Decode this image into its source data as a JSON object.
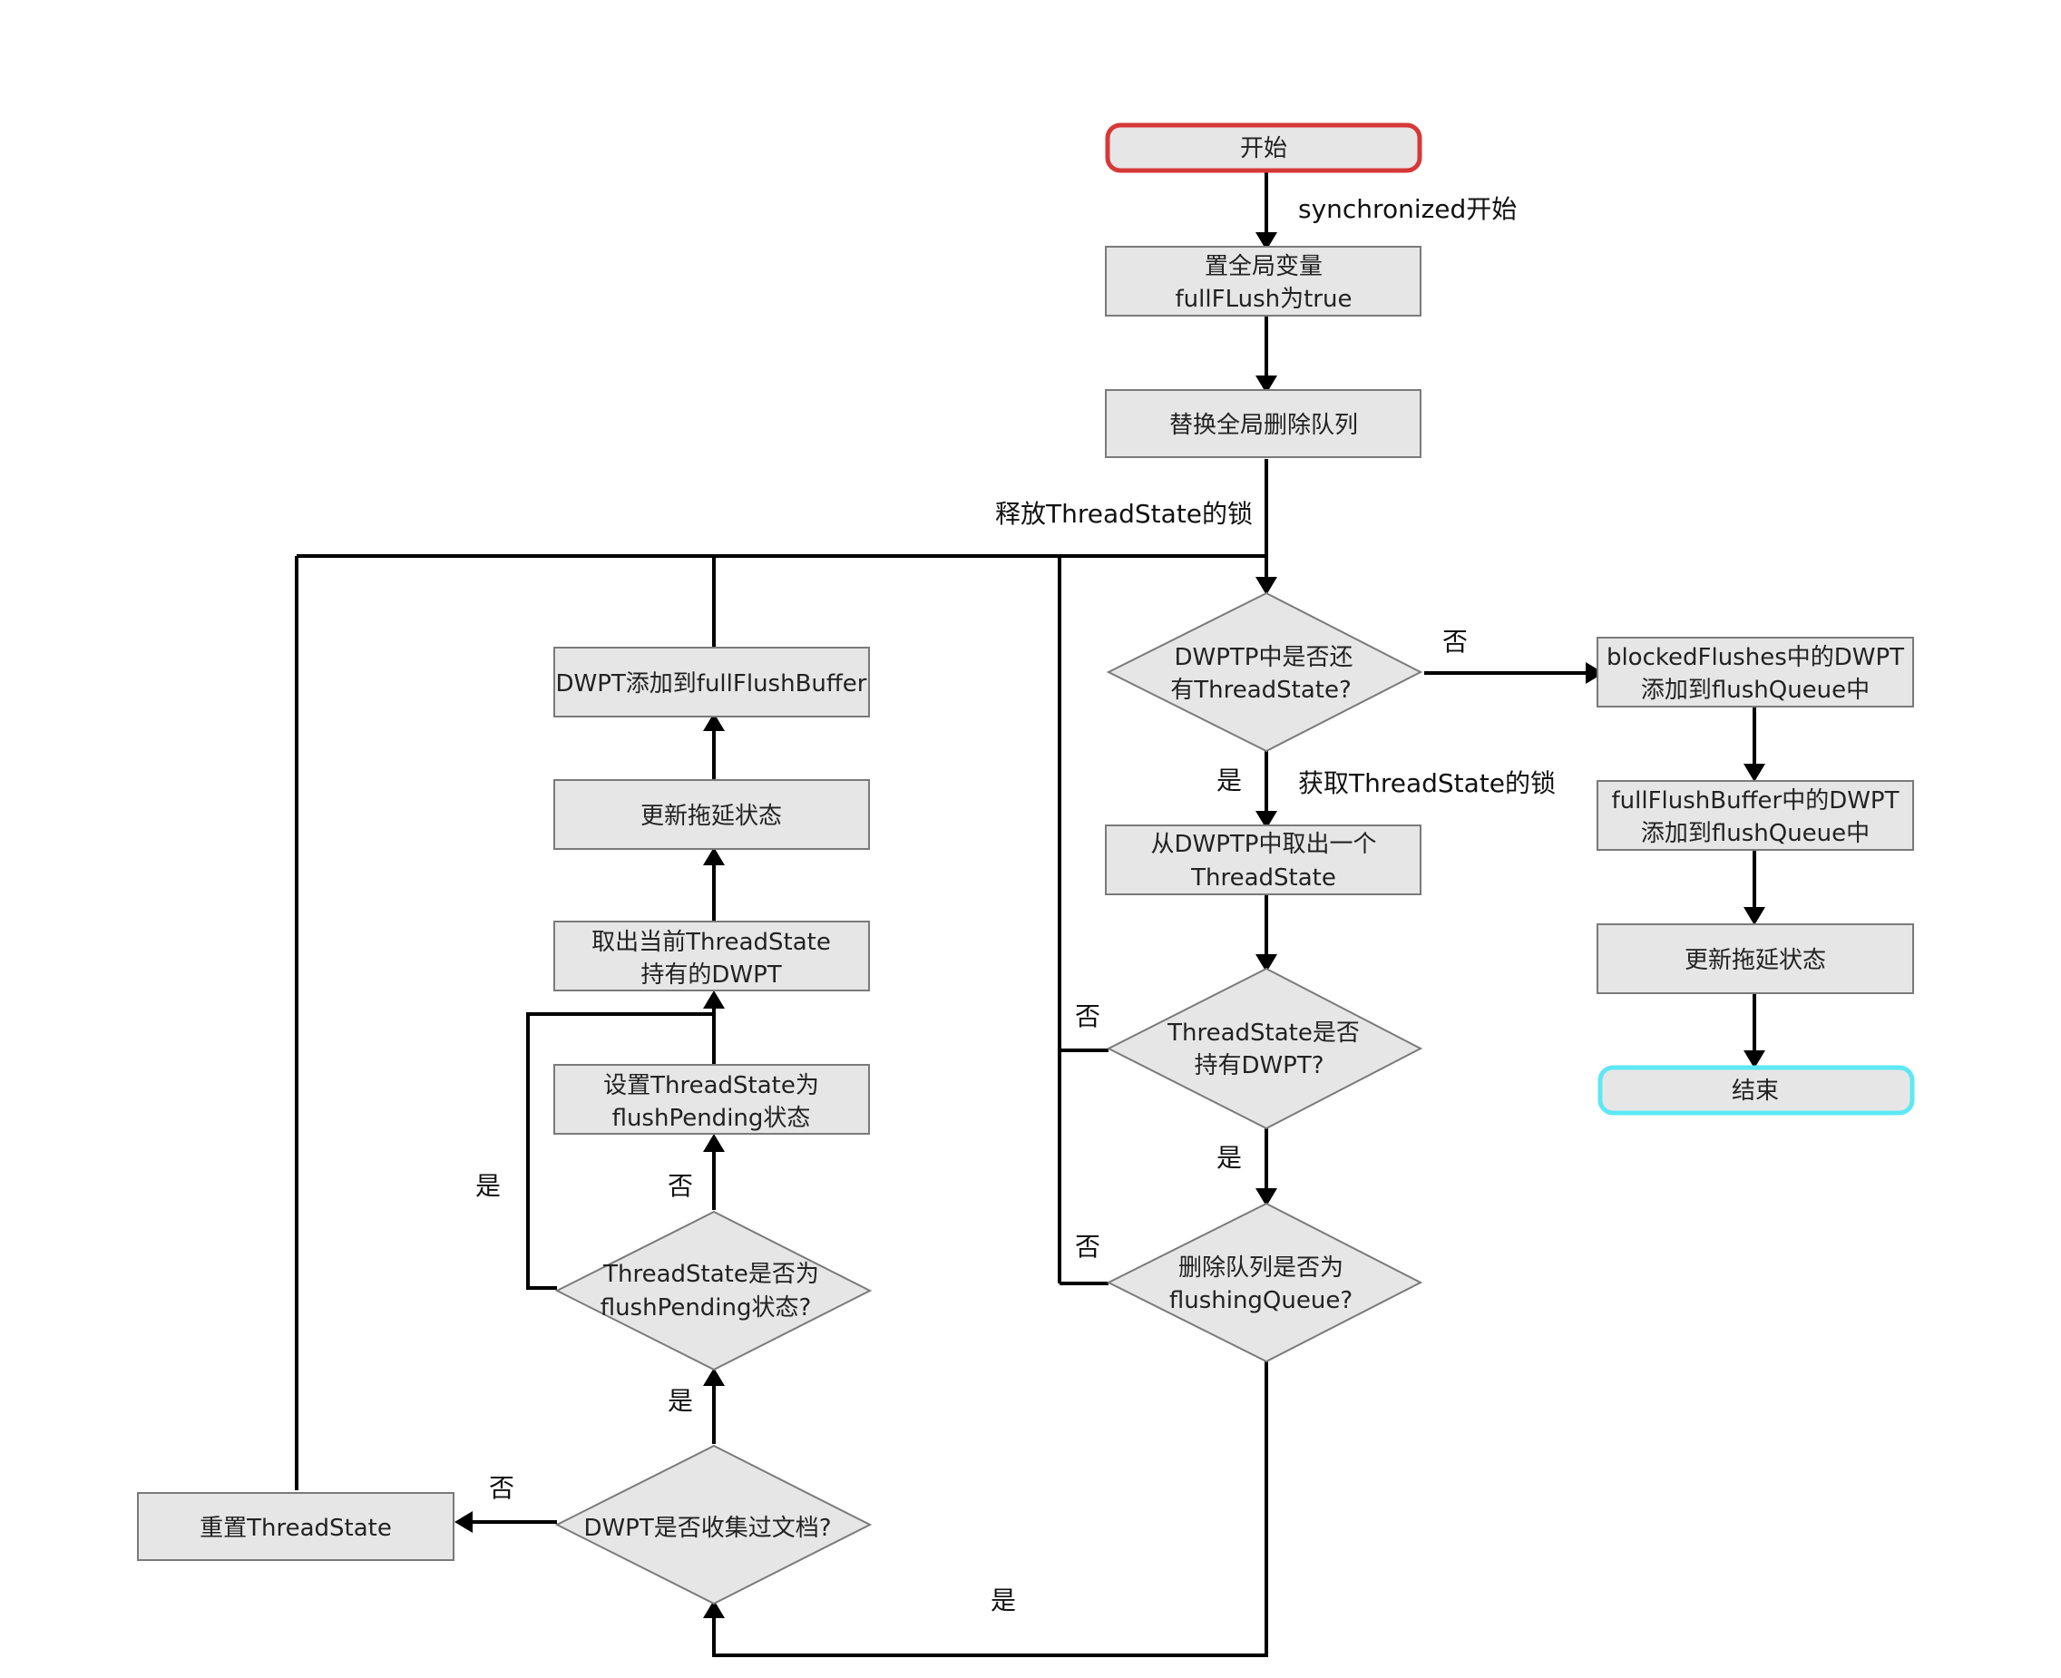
{
  "nodes": {
    "start": "开始",
    "set_full_flush": [
      "置全局变量",
      "fullFLush为true"
    ],
    "swap_delete_queue": "替换全局删除队列",
    "has_thread_state": [
      "DWPTP中是否还",
      "有ThreadState?"
    ],
    "take_thread_state": [
      "从DWPTP中取出一个",
      "ThreadState"
    ],
    "holds_dwpt": [
      "ThreadState是否",
      "持有DWPT?"
    ],
    "is_flushing_queue": [
      "删除队列是否为",
      "flushingQueue?"
    ],
    "dwpt_collected_docs": "DWPT是否收集过文档?",
    "reset_thread_state": "重置ThreadState",
    "is_flush_pending": [
      "ThreadState是否为",
      "flushPending状态?"
    ],
    "set_flush_pending": [
      "设置ThreadState为",
      "flushPending状态"
    ],
    "take_current_dwpt": [
      "取出当前ThreadState",
      "持有的DWPT"
    ],
    "update_stall_left": "更新拖延状态",
    "add_to_full_flush_buffer": "DWPT添加到fullFlushBuffer",
    "blocked_to_queue": [
      "blockedFlushes中的DWPT",
      "添加到flushQueue中"
    ],
    "buffer_to_queue": [
      "fullFlushBuffer中的DWPT",
      "添加到flushQueue中"
    ],
    "update_stall_right": "更新拖延状态",
    "end": "结束"
  },
  "labels": {
    "sync_start": "synchronized开始",
    "release_lock": "释放ThreadState的锁",
    "acquire_lock": "获取ThreadState的锁",
    "no_has_state": "否",
    "yes_has_state": "是",
    "no_holds_dwpt": "否",
    "yes_holds_dwpt": "是",
    "no_flushing": "否",
    "yes_flushing": "是",
    "no_collected": "否",
    "yes_collected": "是",
    "no_pending": "否",
    "yes_pending": "是"
  },
  "colors": {
    "start_border": "#d63838",
    "end_border": "#5ee8f5",
    "node_fill": "#e6e6e6"
  }
}
